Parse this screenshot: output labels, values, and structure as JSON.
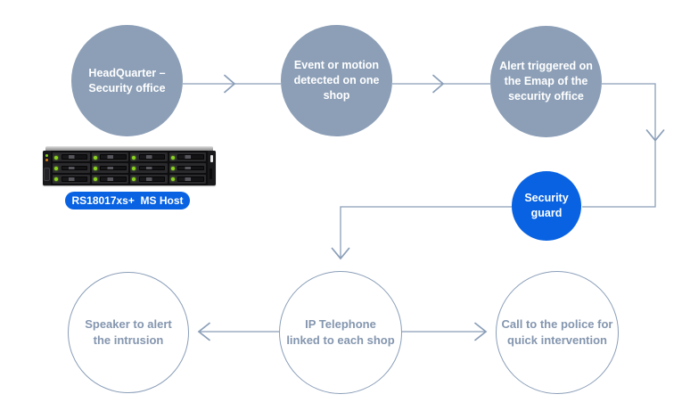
{
  "colors": {
    "node-fill": "#8C9FB7",
    "node-text": "#FFFFFF",
    "connector": "#8A9EB8",
    "outline-text": "#8496AF",
    "accent-blue": "#0862E2",
    "background": "#FFFFFF"
  },
  "diagram": {
    "nodes": {
      "headquarter": {
        "label": "HeadQuarter –\nSecurity office"
      },
      "event": {
        "label": "Event or motion\ndetected on one\nshop"
      },
      "alert": {
        "label": "Alert triggered on\nthe Emap of the\nsecurity office"
      },
      "guard": {
        "label": "Security\nguard"
      },
      "speaker": {
        "label": "Speaker to alert\nthe intrusion"
      },
      "telephone": {
        "label": "IP Telephone\nlinked to each shop"
      },
      "police": {
        "label": "Call to the police for\nquick intervention"
      }
    },
    "device": {
      "label": "RS18017xs+  MS Host"
    }
  }
}
